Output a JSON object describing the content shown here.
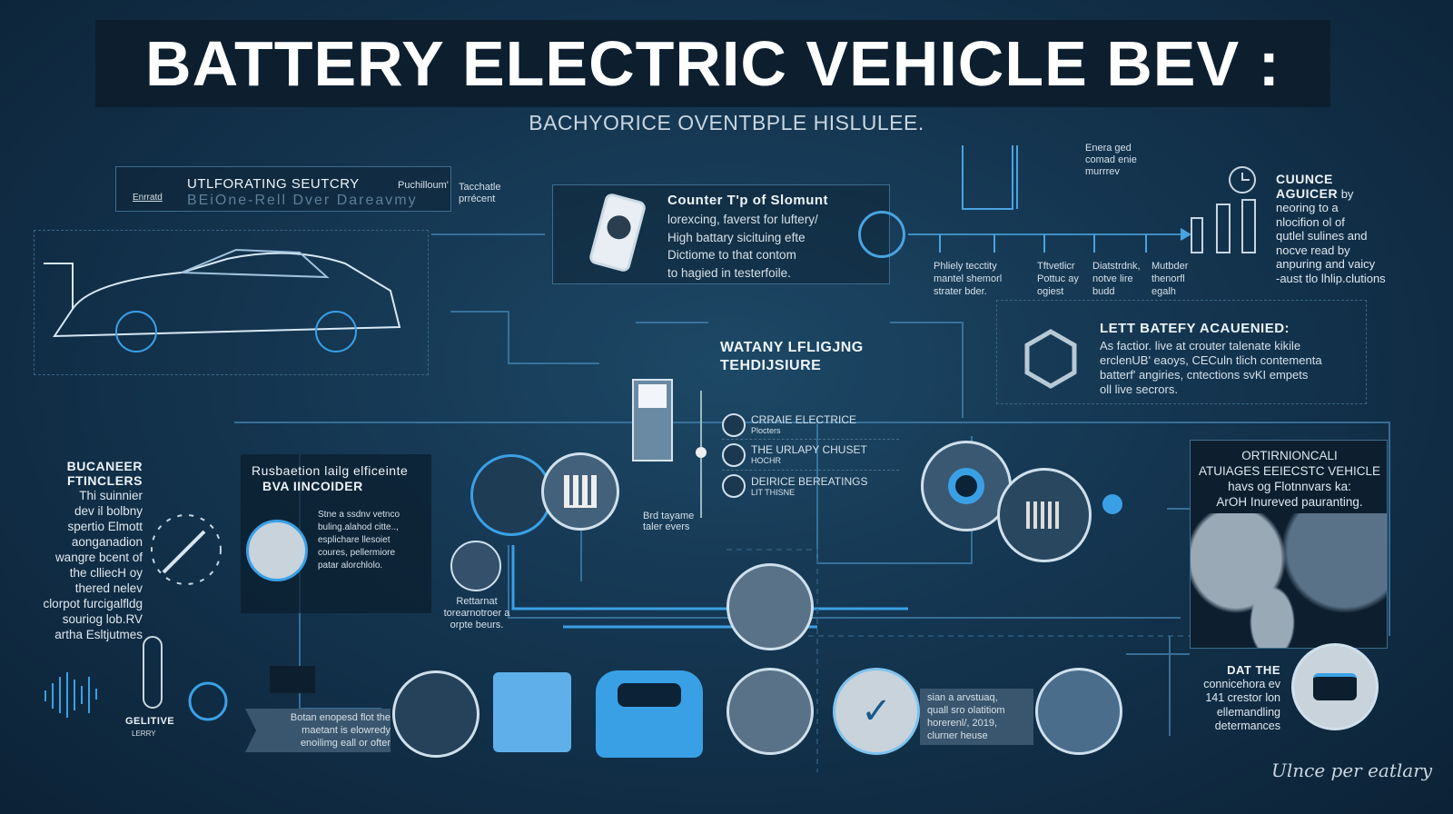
{
  "title": "BATTERY ELECTRIC VEHICLE BEV :",
  "subtitle": "BACHYORICE OVENTBPLE HISLULEE.",
  "top_left": {
    "tag": "Enrratd",
    "heading": "UTLFORATING SEUTCRY",
    "aside": "Puchilloum'",
    "faint": "BEiOne-Rell Dver Dareavmy",
    "note": [
      "Tacchatle",
      "prrécent"
    ]
  },
  "phone_panel": {
    "heading": "Counter T'p of Slomunt",
    "lines": [
      "lorexcing, faverst for luftery/",
      "High battary sicituing efte",
      "Dictiome to that contom",
      "to hagied in testerfoile."
    ]
  },
  "charger_note": [
    "Enera ged",
    "comad enie",
    "murrrev"
  ],
  "timeline_labels": [
    [
      "Phliely tecctity",
      "mantel shemorl",
      "strater bder."
    ],
    [
      "Tftvetlicr",
      "Pottuc ay",
      "ogiest"
    ],
    [
      "Diatstrdnk,",
      "notve lire",
      "budd"
    ],
    [
      "Mutbder",
      "thenorfl",
      "egalh"
    ]
  ],
  "right_top": {
    "heading": [
      "CUUNCE",
      "AGUICER"
    ],
    "lines": [
      "by",
      "neoring to a",
      "nlocifion ol of",
      "qutlel sulines and",
      "nocve read by",
      "anpuring and vaicy",
      "-aust tlo lhlip.clutions"
    ]
  },
  "battery_panel": {
    "heading": "LETT BATEFY ACAUENIED:",
    "lines": [
      "As factior. live at crouter talenate kikile",
      "erclenUB' eaoys, CECuln tlich contementa",
      "batterf' angiries, cntections svKI empets",
      "oll live secrors."
    ]
  },
  "center": {
    "heading": [
      "WATANY LFLIGJNG",
      "TEHDIJSIURE"
    ],
    "items": [
      {
        "title": "CRRAIE ELECTRICE",
        "sub": "Plocters"
      },
      {
        "title": "THE URLAPY CHUSET",
        "sub": "HOCHR"
      },
      {
        "title": "DEIRICE BEREATINGS",
        "sub": "LIT THISNE"
      }
    ],
    "note": [
      "Brd tayame",
      "taler evers"
    ]
  },
  "left_text": {
    "heading": [
      "BUCANEER",
      "FTINCLERS"
    ],
    "lines": [
      "Thi suinnier",
      "dev il bolbny",
      "spertio Elmott",
      "aonganadion",
      "wangre bcent of",
      "the clliecH oy",
      "thered nelev",
      "clorpot furcigalfldg",
      "souriog lob.RV",
      "artha Esltjutmes"
    ],
    "badge": "GELITIVE",
    "badge_sub": "LERRY"
  },
  "mid_left_panel": {
    "heading": [
      "Rusbaetion lailg elficeinte",
      "BVA IINCOIDER"
    ],
    "lines": [
      "Stne a ssdnv vetnco",
      "buling.alahod citte..,",
      "esplichare llesoiet",
      "coures, pellermiore",
      "patar alorchlolo."
    ]
  },
  "return_note": [
    "Rettarnat",
    "torearnotroer a",
    "orpte beurs."
  ],
  "banner_left": [
    "Botan enopesd flot the",
    "maetant is elowredy",
    "enoilimg eall or ofter"
  ],
  "banner_mid": [
    "sian a arvstuaq,",
    "quall sro olatitiom",
    "horerenl/, 2019,",
    "clurner heuse"
  ],
  "map_panel": {
    "lines": [
      "ORTIRNIONCALI",
      "ATUIAGES EEIECSTC VEHICLE",
      "havs og Flotnnvars ka:",
      "ArOH Inureved pauranting."
    ]
  },
  "right_bottom": {
    "heading": "DAT THE",
    "lines": [
      "connicehora ev",
      "141 crestor lon",
      "ellemandling",
      "determances"
    ]
  },
  "signature": "Ulnce per eatlary",
  "colors": {
    "accent": "#3aa0e6",
    "background": "#143550",
    "title_bg": "#0d1f2e"
  }
}
